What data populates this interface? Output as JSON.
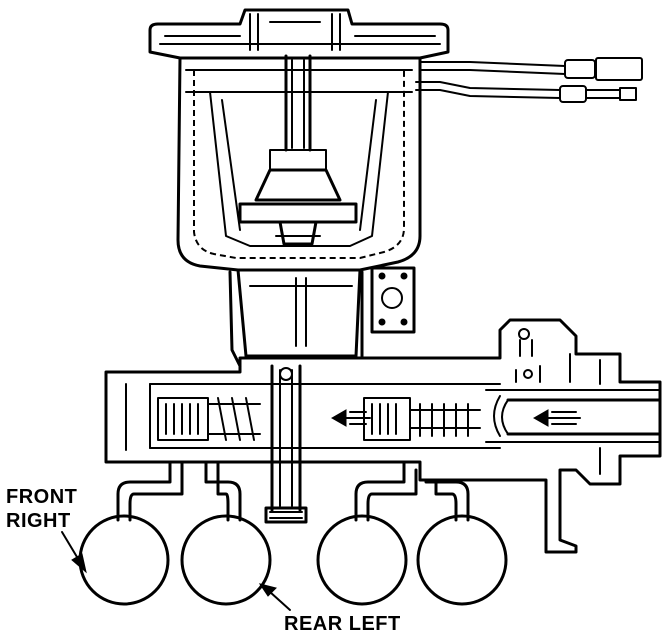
{
  "labels": {
    "front_right_line1": "FRONT",
    "front_right_line2": "RIGHT",
    "rear_left": "REAR LEFT"
  }
}
